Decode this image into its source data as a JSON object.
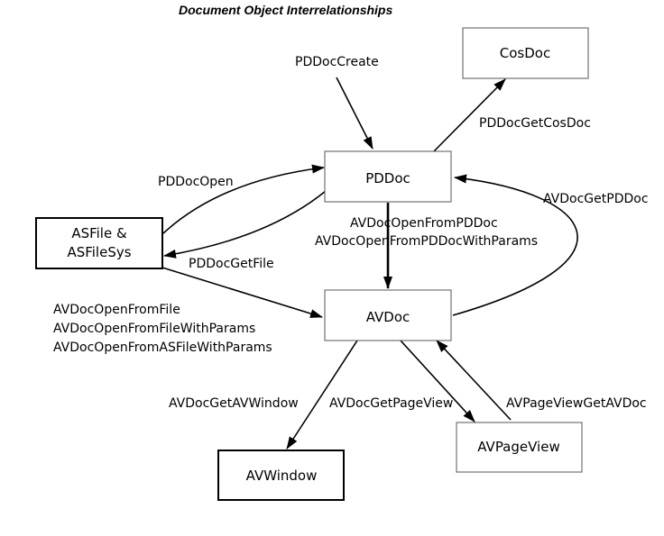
{
  "title": "Document Object Interrelationships",
  "nodes": {
    "cosdoc": "CosDoc",
    "pddoc": "PDDoc",
    "asfile_line1": "ASFile &",
    "asfile_line2": "ASFileSys",
    "avdoc": "AVDoc",
    "avwindow": "AVWindow",
    "avpageview": "AVPageView"
  },
  "edges": {
    "pddoc_create": "PDDocCreate",
    "pddoc_get_cosdoc": "PDDocGetCosDoc",
    "pddoc_open": "PDDocOpen",
    "pddoc_get_file": "PDDocGetFile",
    "avdoc_get_pddoc": "AVDocGetPDDoc",
    "avdoc_open_from_pddoc_1": "AVDocOpenFromPDDoc",
    "avdoc_open_from_pddoc_2": "AVDocOpenFromPDDocWithParams",
    "avdoc_open_from_file_1": "AVDocOpenFromFile",
    "avdoc_open_from_file_2": "AVDocOpenFromFileWithParams",
    "avdoc_open_from_file_3": "AVDocOpenFromASFileWithParams",
    "avdoc_get_avwindow": "AVDocGetAVWindow",
    "avdoc_get_pageview": "AVDocGetPageView",
    "avpageview_get_avdoc": "AVPageViewGetAVDoc"
  }
}
